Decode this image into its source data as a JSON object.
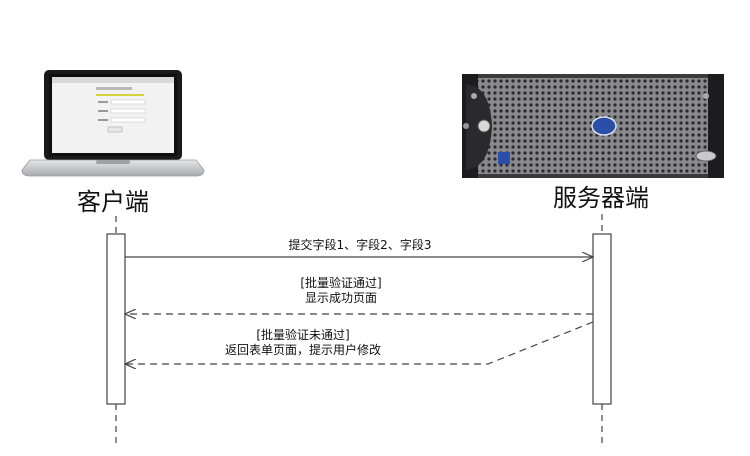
{
  "diagram": {
    "actors": {
      "client": {
        "label": "客户端"
      },
      "server": {
        "label": "服务器端"
      }
    },
    "messages": [
      {
        "from": "client",
        "to": "server",
        "style": "solid",
        "lines": [
          "提交字段1、字段2、字段3"
        ]
      },
      {
        "from": "server",
        "to": "client",
        "style": "dashed",
        "lines": [
          "[批量验证通过]",
          "显示成功页面"
        ]
      },
      {
        "from": "server",
        "to": "client",
        "style": "dashed",
        "lines": [
          "[批量验证未通过]",
          "返回表单页面，提示用户修改"
        ]
      }
    ]
  },
  "colors": {
    "line": "#444444",
    "lifeline_box": "#ffffff",
    "laptop_body": "#c9cbce",
    "laptop_bezel": "#1a1a1a",
    "server_face": "#6f6f73",
    "server_badge": "#2b4fa8"
  },
  "icons": {
    "client": "laptop-icon",
    "server": "rack-server-icon"
  }
}
